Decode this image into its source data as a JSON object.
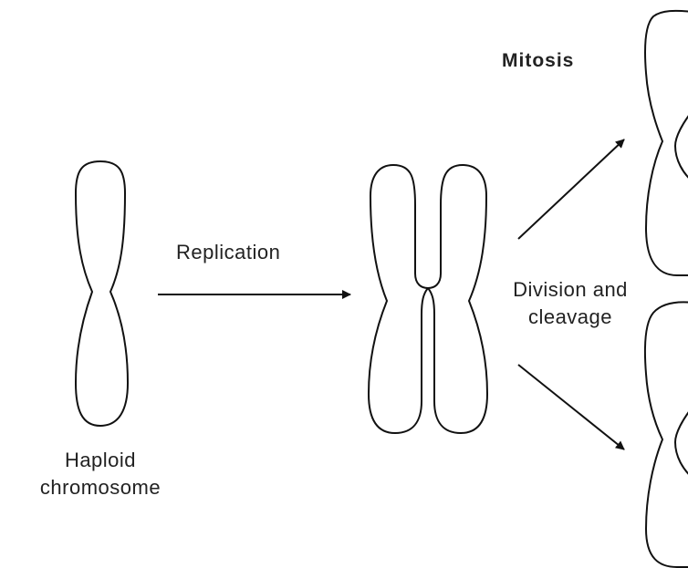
{
  "title": "Mitosis",
  "labels": {
    "replication": "Replication",
    "division_line1": "Division and",
    "division_line2": "cleavage",
    "haploid_line1": "Haploid",
    "haploid_line2": "chromosome"
  },
  "colors": {
    "stroke": "#111111",
    "background": "#ffffff",
    "text": "#222222"
  }
}
